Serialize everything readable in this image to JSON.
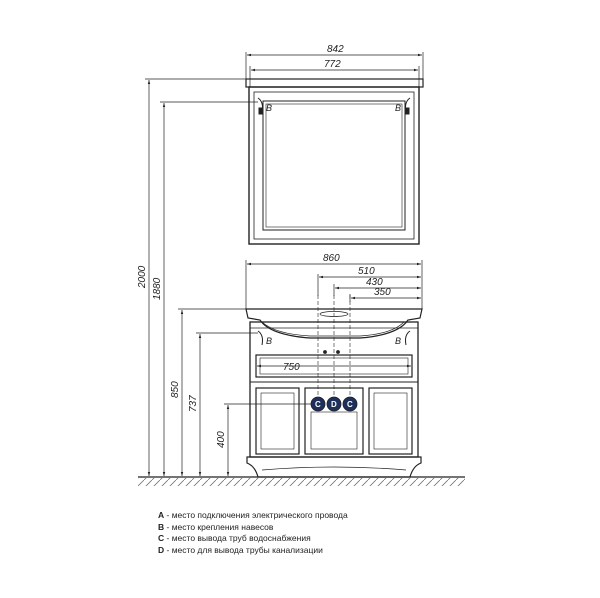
{
  "dimensions": {
    "mirror_outer_width": "842",
    "mirror_inner_width": "772",
    "cabinet_width": "860",
    "pipe_510": "510",
    "pipe_430": "430",
    "pipe_350": "350",
    "drawer_width": "750",
    "total_height": "2000",
    "mirror_mount_height": "1880",
    "cabinet_height": "850",
    "countertop_height": "737",
    "drain_height": "400"
  },
  "markers": {
    "b": "B",
    "c": "C",
    "d": "D"
  },
  "legend": [
    {
      "letter": "A",
      "text": " - место подключения электрического провода"
    },
    {
      "letter": "B",
      "text": " - место крепления навесов"
    },
    {
      "letter": "C",
      "text": " - место вывода труб водоснабжения"
    },
    {
      "letter": "D",
      "text": " - место для вывода трубы канализации"
    }
  ]
}
